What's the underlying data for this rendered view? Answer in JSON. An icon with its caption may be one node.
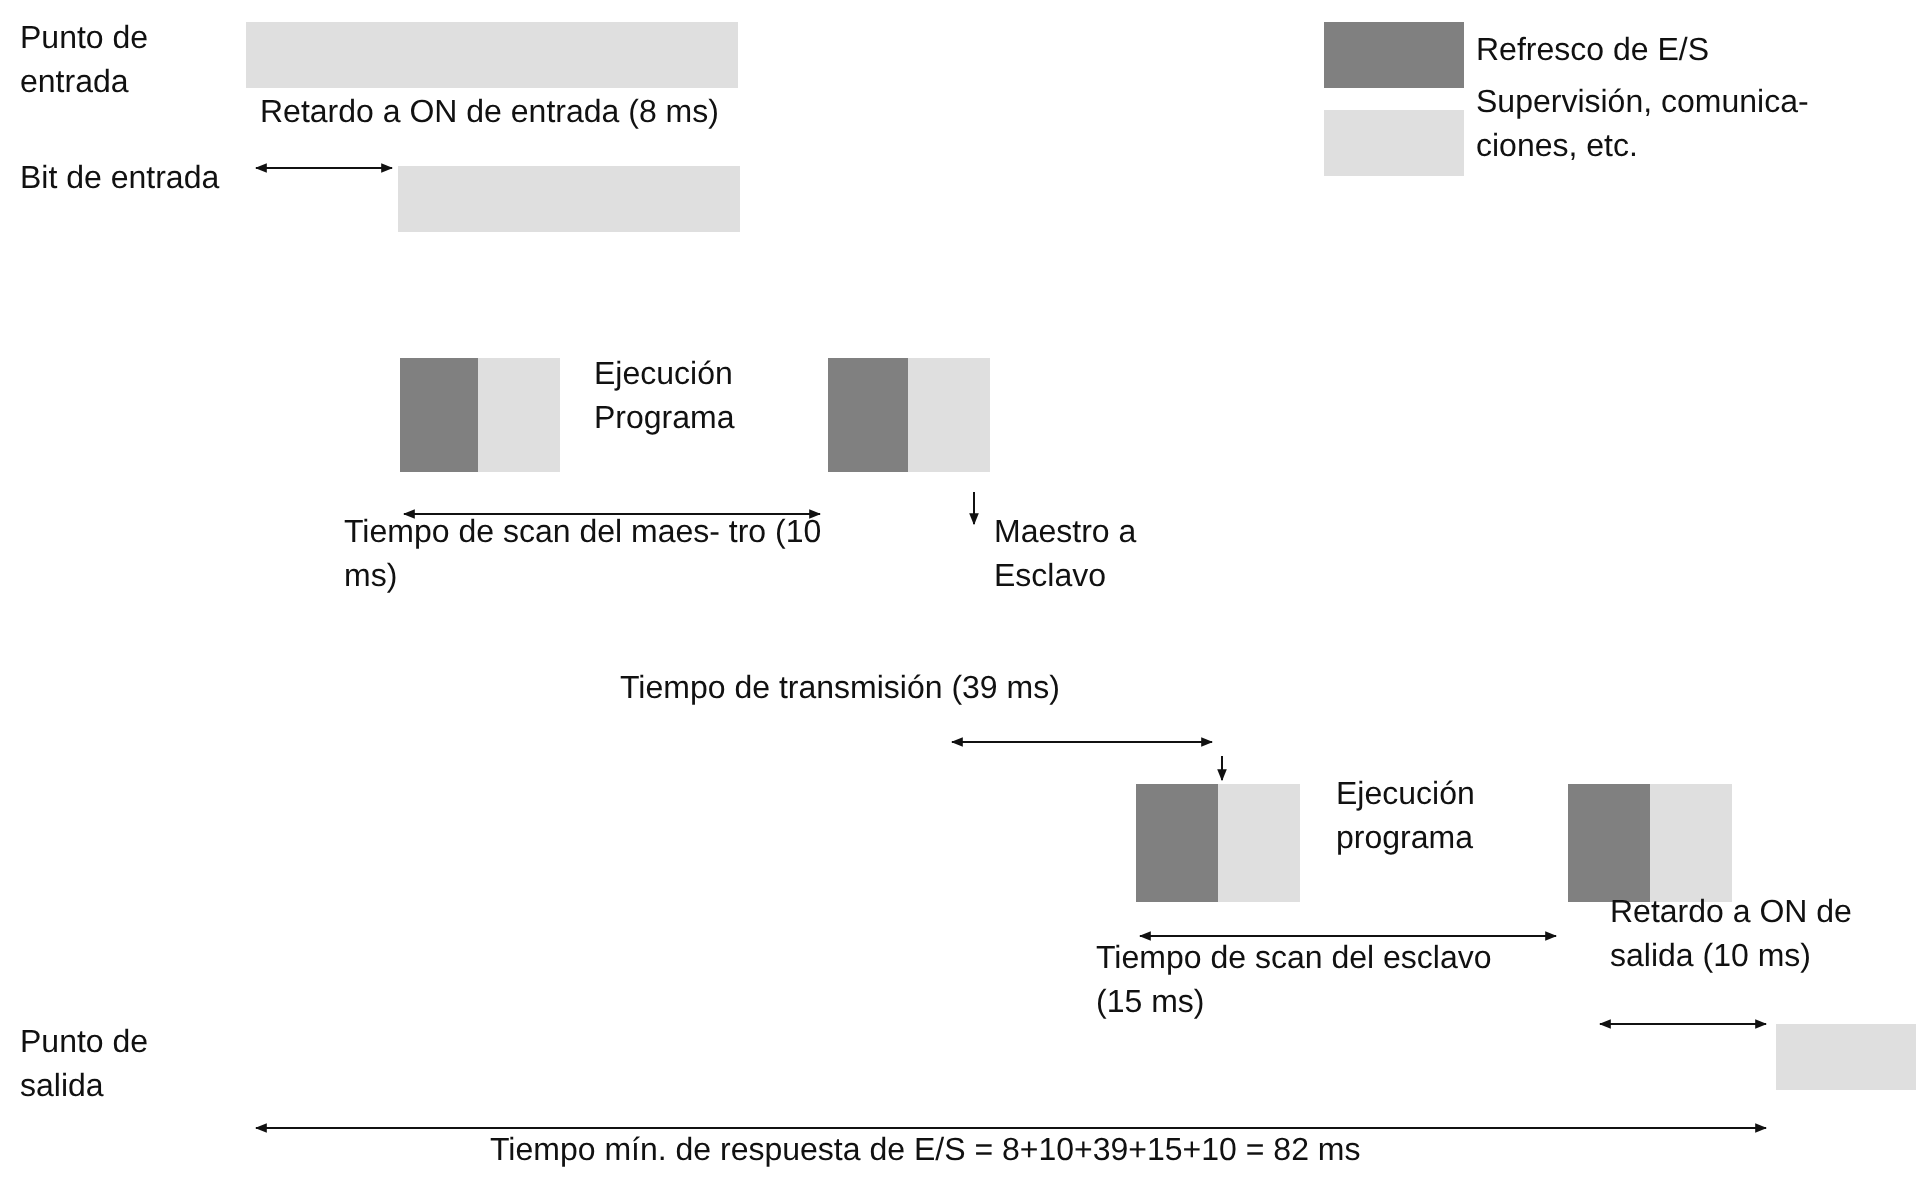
{
  "diagram": {
    "labels": [
      "Punto de entrada",
      "Retardo a ON de entrada (8 ms)",
      "Bit de entrada",
      "Ejecución Programa",
      "Tiempo de scan del maes- tro (10 ms)",
      "Maestro a Esclavo",
      "Tiempo de transmisión (39 ms)",
      "Ejecución programa",
      "Retardo a ON de salida (10 ms)",
      "Tiempo de scan del esclavo (15 ms)",
      "Punto de salida",
      "Tiempo mín. de respuesta de E/S = 8+10+39+15+10 = 82 ms"
    ],
    "legend": [
      {
        "text": "Refresco de E/S",
        "color": "#808080"
      },
      {
        "text": "Supervisión, comunica- ciones, etc.",
        "color": "#dfdfdf"
      }
    ]
  }
}
